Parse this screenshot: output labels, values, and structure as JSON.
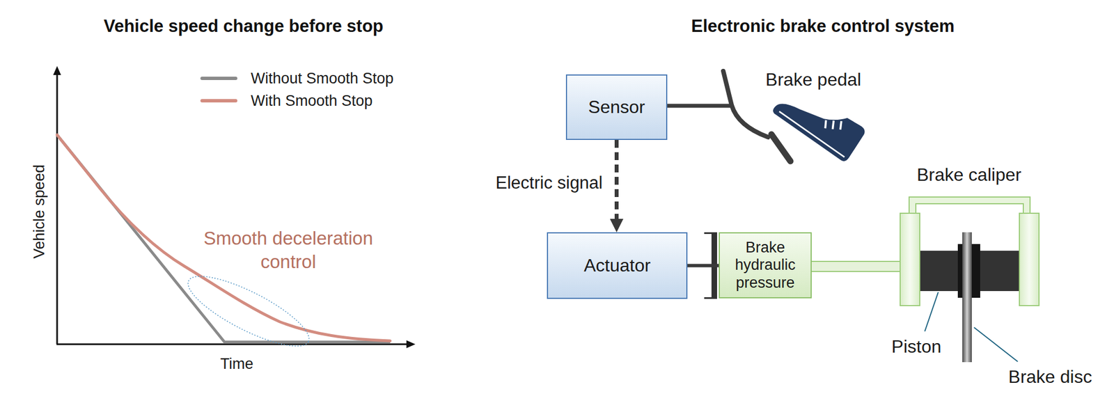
{
  "diagram": {
    "nodes": [
      {
        "text": [
          "Sensor"
        ]
      },
      {
        "text": [
          "Actuator"
        ]
      },
      {
        "text": [
          "Brake hydraulic pressure"
        ]
      }
    ],
    "edges": [
      {
        "from": 0,
        "to": 1,
        "arrow": "to",
        "label": "Electric signal"
      },
      {
        "from": 1,
        "to": 2,
        "arrow": "none"
      }
    ],
    "labels": [
      "Vehicle speed change before stop",
      "Electronic brake control system",
      "Vehicle speed",
      "Time",
      "Smooth deceleration control",
      "Brake pedal",
      "Brake caliper",
      "Piston",
      "Brake disc"
    ],
    "legend": [
      {
        "text": "Without Smooth Stop"
      },
      {
        "text": "With Smooth Stop"
      }
    ]
  }
}
